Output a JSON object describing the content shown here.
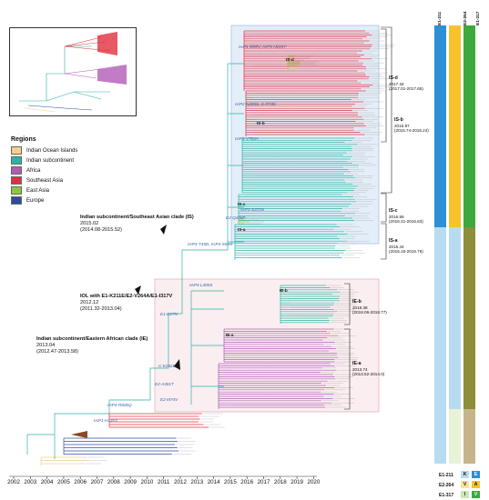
{
  "legend": {
    "title": "Regions",
    "items": [
      {
        "label": "Indian Ocean Islands",
        "color": "#f7cf8f"
      },
      {
        "label": "Indian subcontinent",
        "color": "#2bb3a6"
      },
      {
        "label": "Africa",
        "color": "#b25bb8"
      },
      {
        "label": "Southeast Asia",
        "color": "#e0303e"
      },
      {
        "label": "East Asia",
        "color": "#8dc63f"
      },
      {
        "label": "Europe",
        "color": "#2f4ba1"
      }
    ]
  },
  "clades": {
    "is": {
      "title": "Indian subcontinent/Southeast Asian clade (IS)",
      "date": "2015.02",
      "range": "(2014.08-2015.52)"
    },
    "iol": {
      "title": "IOL with E1-K211E/E2-V264A/E1-I317V",
      "date": "2012.12",
      "range": "(2011.32-2013.04)"
    },
    "ie": {
      "title": "Indian subcontinent/Eastern African clade (IE)",
      "date": "2013.04",
      "range": "(2012.47-2013.58)"
    }
  },
  "subclades": {
    "isd": {
      "name": "IS-d",
      "date": "2017.34",
      "range": "(2017.01-2017.65)"
    },
    "isb": {
      "name": "IS-b",
      "date": "2015.97",
      "range": "(2015.74-2016.24)"
    },
    "isc": {
      "name": "IS-c",
      "date": "2016.56",
      "range": "(2016.31-2016.83)"
    },
    "isa": {
      "name": "IS-a",
      "date": "2015.44",
      "range": "(2015.15-2015.76)"
    },
    "ieb": {
      "name": "IE-b",
      "date": "2018.38",
      "range": "(2018.06-2018.77)"
    },
    "iea": {
      "name": "IE-a",
      "date": "2013.74",
      "range": "(2013.52-2014.0)"
    }
  },
  "node_labels": [
    "IS-d",
    "IS-c",
    "IS-b",
    "IS-a",
    "IE-b",
    "IE-a"
  ],
  "mutations": [
    "nsP1-I590V, nsP3-H215Y",
    "nsP2-N495S, C-R73K",
    "nsP3-V783A",
    "nsP3-S372N",
    "E2-Q208P",
    "nsP3-T45D, nsP4-S55N",
    "nsP4-L300S",
    "E1-D17N",
    "C-K252E",
    "E2-A301T",
    "E2-M74V",
    "nsP4-R606Q",
    "nsP1-H135Y"
  ],
  "axis": {
    "ticks": [
      "2002",
      "2003",
      "2004",
      "2005",
      "2006",
      "2007",
      "2008",
      "2009",
      "2010",
      "2011",
      "2012",
      "2013",
      "2014",
      "2015",
      "2016",
      "2017",
      "2018",
      "2019",
      "2020"
    ]
  },
  "genotype": {
    "columns": [
      "E1-211",
      "E2-264",
      "E1-317"
    ],
    "rows": [
      {
        "label": "E1-211",
        "a": "K",
        "b": "E"
      },
      {
        "label": "E2-264",
        "a": "V",
        "b": "A"
      },
      {
        "label": "E1-317",
        "a": "I",
        "b": "V"
      }
    ],
    "colors": {
      "blue": "#2d8fd4",
      "yellow": "#f6c32b",
      "green": "#3da93d",
      "lightblue": "#b7dcf1",
      "olive": "#8d8d3a",
      "tan": "#c6b58b"
    }
  }
}
